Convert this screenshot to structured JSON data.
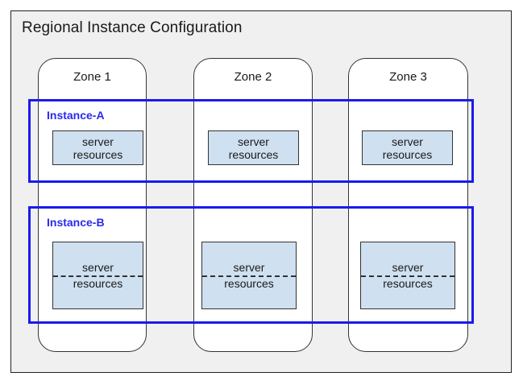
{
  "region": {
    "title": "Regional Instance Configuration"
  },
  "zones": [
    {
      "label": "Zone 1"
    },
    {
      "label": "Zone 2"
    },
    {
      "label": "Zone 3"
    }
  ],
  "instances": [
    {
      "label": "Instance-A",
      "style": "compact",
      "resources": [
        {
          "line1": "server",
          "line2": "resources"
        },
        {
          "line1": "server",
          "line2": "resources"
        },
        {
          "line1": "server",
          "line2": "resources"
        }
      ]
    },
    {
      "label": "Instance-B",
      "style": "split",
      "resources": [
        {
          "line1": "server",
          "line2": "resources"
        },
        {
          "line1": "server",
          "line2": "resources"
        },
        {
          "line1": "server",
          "line2": "resources"
        }
      ]
    }
  ],
  "colors": {
    "instance_border": "#1a1aee",
    "instance_label": "#2a2aee",
    "server_fill": "#cfe0f0",
    "region_fill": "#f0f0f0",
    "zone_fill": "#ffffff",
    "outline": "#333333"
  }
}
